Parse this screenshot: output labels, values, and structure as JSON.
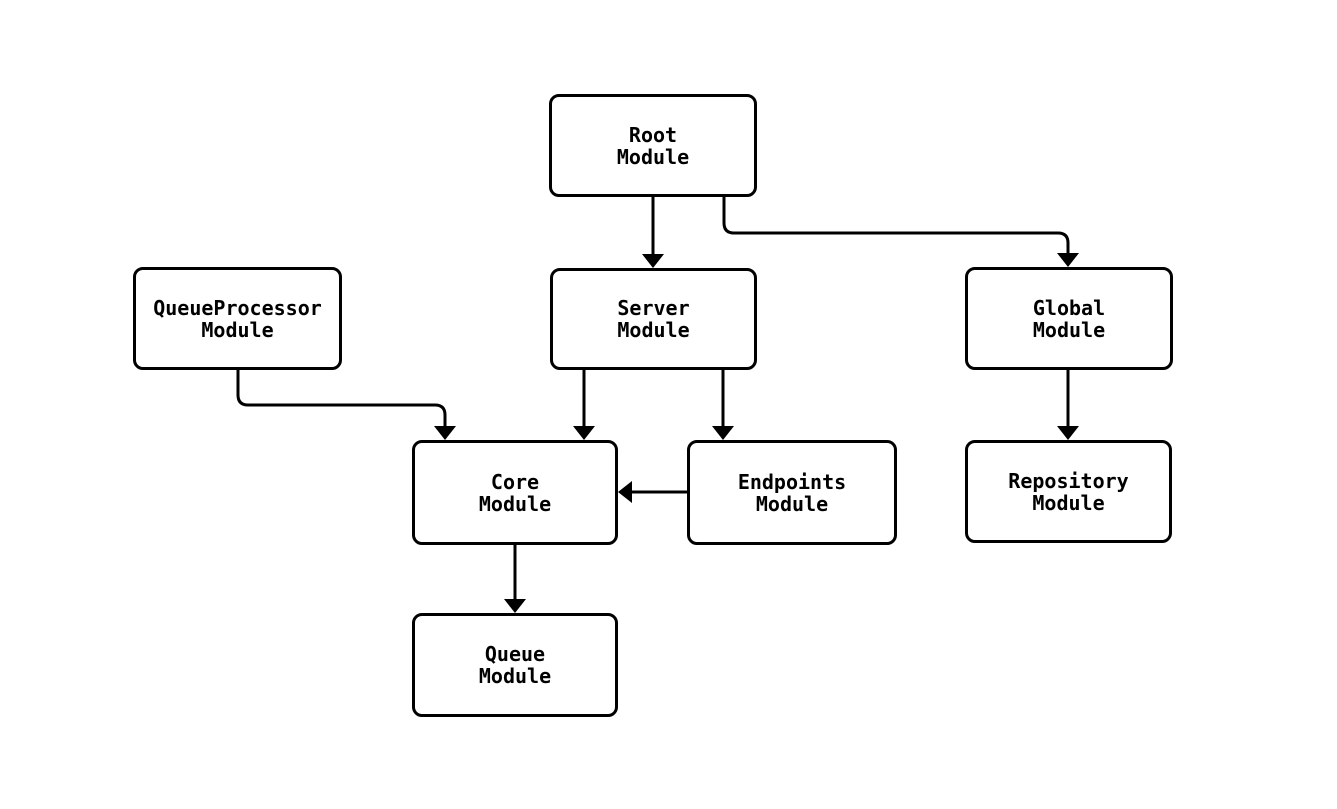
{
  "diagram": {
    "type": "flowchart",
    "description": "Module dependency diagram",
    "colors": {
      "background": "#ffffff",
      "node_fill": "#ffffff",
      "node_border": "#000000",
      "edge_stroke": "#000000",
      "text": "#000000"
    },
    "nodes": {
      "root": {
        "label": "Root\nModule"
      },
      "queue_processor": {
        "label": "QueueProcessor\nModule"
      },
      "server": {
        "label": "Server\nModule"
      },
      "global": {
        "label": "Global\nModule"
      },
      "core": {
        "label": "Core\nModule"
      },
      "endpoints": {
        "label": "Endpoints\nModule"
      },
      "repository": {
        "label": "Repository\nModule"
      },
      "queue": {
        "label": "Queue\nModule"
      }
    },
    "edges": [
      {
        "from": "Root Module",
        "to": "Server Module"
      },
      {
        "from": "Root Module",
        "to": "Global Module"
      },
      {
        "from": "QueueProcessor Module",
        "to": "Core Module"
      },
      {
        "from": "Server Module",
        "to": "Core Module"
      },
      {
        "from": "Server Module",
        "to": "Endpoints Module"
      },
      {
        "from": "Endpoints Module",
        "to": "Core Module"
      },
      {
        "from": "Global Module",
        "to": "Repository Module"
      },
      {
        "from": "Core Module",
        "to": "Queue Module"
      }
    ]
  }
}
